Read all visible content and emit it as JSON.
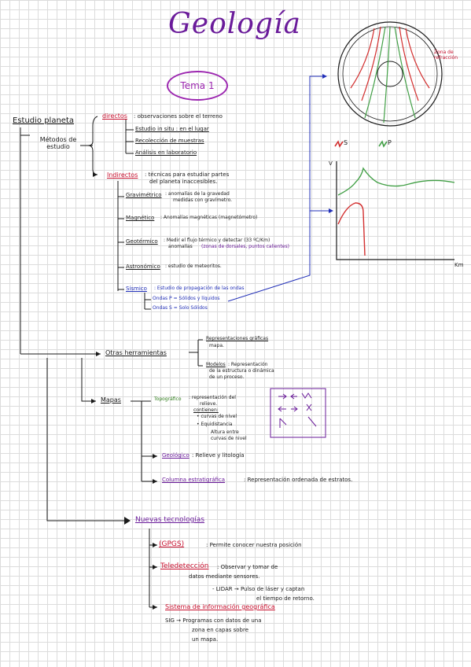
{
  "title": "Geología",
  "tema": "Tema 1",
  "root": "Estudio planeta",
  "metodos": "Métodos de estudio",
  "directos": {
    "label": "directos",
    "desc": ": observaciones sobre el terreno",
    "items": [
      "Estudio in situ : en el lugar",
      "Recolección de muestras",
      "Análisis en laboratorio"
    ]
  },
  "indirectos": {
    "label": "Indirectos",
    "desc": ": técnicas para estudiar partes",
    "desc2": "del planeta inaccesibles.",
    "gravimetrico": {
      "label": "Gravimétrico",
      "desc": ": anomalías de la gravedad",
      "desc2": "medidas con gravímetro."
    },
    "magnetico": {
      "label": "Magnético",
      "desc": ": Anomalías magnéticas (magnetómetro)"
    },
    "geotermico": {
      "label": "Geotérmico",
      "desc": ": Medir el flujo térmico y detectar (33 ºC/Km)",
      "desc2": "anomalías",
      "note": "(zonas de dorsales, puntos calientes)"
    },
    "astronomico": {
      "label": "Astronómico",
      "desc": ": estudio de meteoritos."
    },
    "sismico": {
      "label": "Sísmico",
      "desc": ": Estudio de propagación de las ondas",
      "p": "Ondas P = Sólidos y líquidos",
      "s": "Ondas S = Solo Sólidos"
    }
  },
  "diagram": {
    "zona_label": "Zona de refracción",
    "legend_s": "S",
    "legend_p": "P",
    "axis_v": "V",
    "axis_km": "Km"
  },
  "otras": {
    "label": "Otras herramientas",
    "rep": "Representaciones gráficas",
    "rep_desc": "mapa.",
    "mod": "Modelos",
    "mod_desc": ": Representación",
    "mod_desc2": "de la estructura o dinámica",
    "mod_desc3": "de un proceso."
  },
  "mapas": {
    "label": "Mapas",
    "topo": "Topográfico",
    "topo_desc": ": representación del",
    "topo_desc2": "relieve.",
    "contienen": "contienen:",
    "c1": "• curvas de nivel",
    "c2": "• Equidistancia",
    "c3": "Altura entre",
    "c4": "curvas de nivel",
    "geo": "Geológico",
    "geo_desc": ": Relieve y litología",
    "col": "Columna estratigráfica",
    "col_desc": ": Representación ordenada de estratos."
  },
  "nuevas": {
    "label": "Nuevas tecnologías",
    "gps": "(GPGS)",
    "gps_desc": ": Permite conocer nuestra posición",
    "tele": "Teledetección",
    "tele_desc": ": Observar y tomar de",
    "tele_desc2": "datos mediante sensores.",
    "lidar": "- LIDAR → Pulso de láser y captan",
    "lidar2": "el tiempo de retorno.",
    "sig": "Sistema de información geográfica",
    "sig_desc": "SIG → Programas con datos de una",
    "sig_desc2": "zona en capas sobre",
    "sig_desc3": "un mapa."
  }
}
